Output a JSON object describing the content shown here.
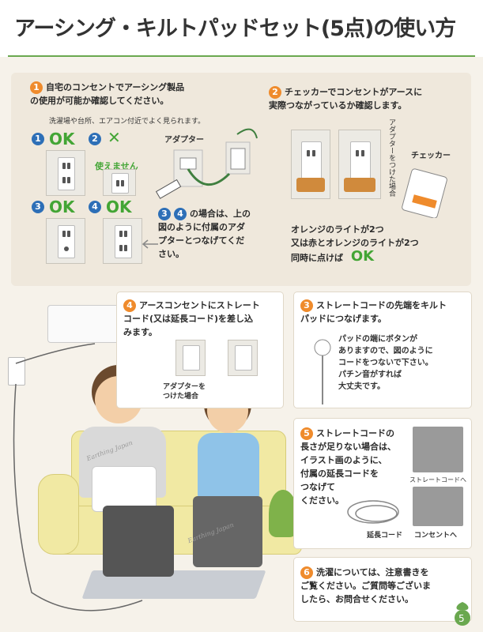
{
  "header": {
    "title": "アーシング・キルトパッドセット(5点)の使い方"
  },
  "step1": {
    "num": "1",
    "text_line1": "自宅のコンセントでアーシング製品",
    "text_line2": "の使用が可能か確認してください。",
    "note": "洗濯場や台所、エアコン付近でよく見られます。",
    "items": [
      {
        "num": "1",
        "label": "OK"
      },
      {
        "num": "2",
        "label": "✕",
        "sub": "使えません"
      },
      {
        "num": "3",
        "label": "OK"
      },
      {
        "num": "4",
        "label": "OK"
      }
    ],
    "adapter_label": "アダプター",
    "hint_nums": [
      "3",
      "4"
    ],
    "hint_line1": "の場合は、上の",
    "hint_line2": "図のように付属のアダ",
    "hint_line3": "プターとつなげてくだ",
    "hint_line4": "さい。"
  },
  "step2": {
    "num": "2",
    "text_line1": "チェッカーでコンセントがアースに",
    "text_line2": "実際つながっているか確認します。",
    "vertical_label": "アダプターをつけた場合",
    "checker_label": "チェッカー",
    "result_line1": "オレンジのライトが2つ",
    "result_line2": "又は赤とオレンジのライトが2つ",
    "result_line3": "同時に点けば",
    "result_ok": "OK"
  },
  "step4": {
    "num": "4",
    "text_line1": "アースコンセントにストレート",
    "text_line2": "コード(又は延長コード)を差し込",
    "text_line3": "みます。",
    "adapter_caption_line1": "アダプターを",
    "adapter_caption_line2": "つけた場合"
  },
  "step3": {
    "num": "3",
    "text_line1": "ストレートコードの先端をキルト",
    "text_line2": "パッドにつなげます。",
    "detail_line1": "パッドの端にボタンが",
    "detail_line2": "ありますので、図のように",
    "detail_line3": "コードをつないで下さい。",
    "detail_line4": "パチン音がすれば",
    "detail_line5": "大丈夫です。"
  },
  "step5": {
    "num": "5",
    "text_line1": "ストレートコードの",
    "text_line2": "長さが足りない場合は、",
    "text_line3": "イラスト画のように、",
    "text_line4": "付属の延長コードを",
    "text_line5": "つなげて",
    "text_line6": "ください。",
    "label_straight": "ストレートコードへ",
    "label_extension": "延長コード",
    "label_outlet": "コンセントへ"
  },
  "step6": {
    "num": "6",
    "text_line1": "洗濯については、注意書きを",
    "text_line2": "ご覧ください。ご質問等ございま",
    "text_line3": "したら、お問合せください。"
  },
  "brand": {
    "watermark": "Earthing Japan"
  },
  "colors": {
    "accent": "#ef8b2c",
    "ok_green": "#43a535",
    "number_blue": "#2d6fb7",
    "panel": "#efe8dc"
  }
}
